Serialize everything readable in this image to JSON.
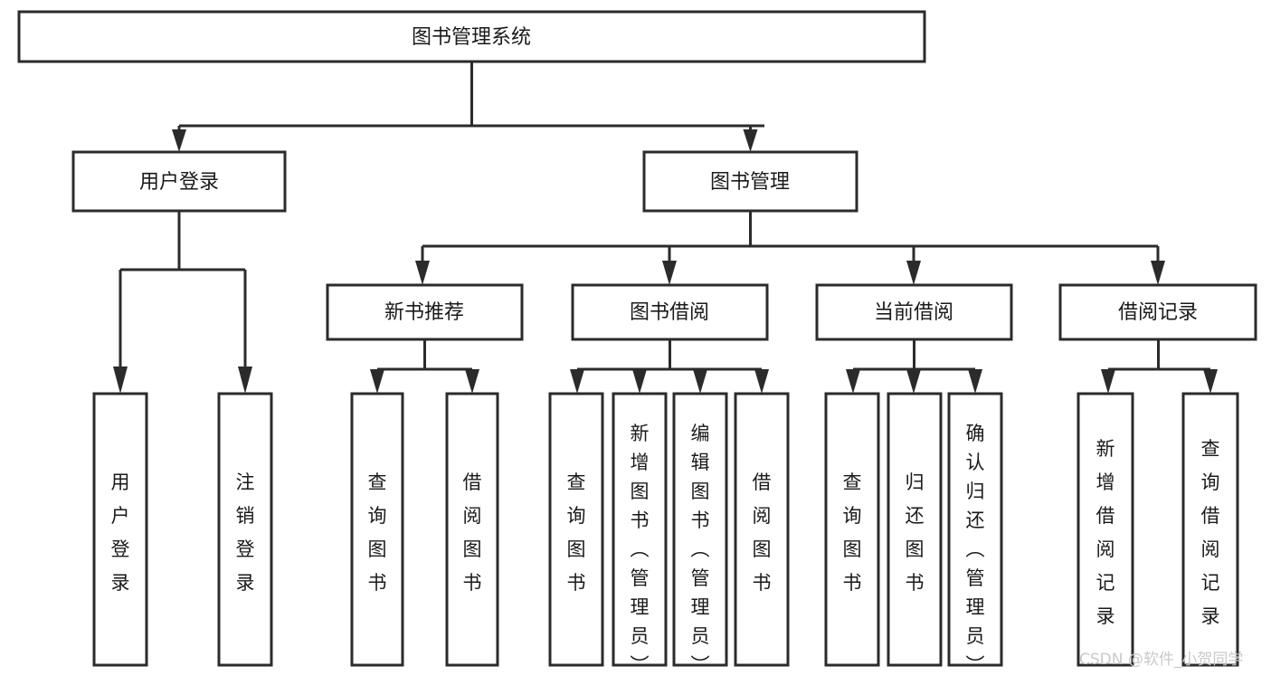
{
  "diagram": {
    "title": "图书管理系统",
    "type": "hierarchy-tree",
    "colors": {
      "box_stroke": "#2b2b2b",
      "box_fill": "#ffffff",
      "text": "#1a1a1a",
      "background": "#ffffff",
      "watermark": "#c9c9c9"
    },
    "levels": {
      "root": {
        "label": "图书管理系统"
      },
      "level2": [
        {
          "label": "用户登录"
        },
        {
          "label": "图书管理"
        }
      ],
      "level3": [
        {
          "label": "新书推荐"
        },
        {
          "label": "图书借阅"
        },
        {
          "label": "当前借阅"
        },
        {
          "label": "借阅记录"
        }
      ],
      "leaves": {
        "user_login": [
          {
            "label": "用户登录",
            "chars": [
              "用",
              "户",
              "登",
              "录"
            ]
          },
          {
            "label": "注销登录",
            "chars": [
              "注",
              "销",
              "登",
              "录"
            ]
          }
        ],
        "new_book_recommend": [
          {
            "label": "查询图书",
            "chars": [
              "查",
              "询",
              "图",
              "书"
            ]
          },
          {
            "label": "借阅图书",
            "chars": [
              "借",
              "阅",
              "图",
              "书"
            ]
          }
        ],
        "book_borrow": [
          {
            "label": "查询图书",
            "chars": [
              "查",
              "询",
              "图",
              "书"
            ]
          },
          {
            "label": "新增图书（管理员）",
            "chars": [
              "新",
              "增",
              "图",
              "书",
              "（",
              "管",
              "理",
              "员",
              "）"
            ]
          },
          {
            "label": "编辑图书（管理员）",
            "chars": [
              "编",
              "辑",
              "图",
              "书",
              "（",
              "管",
              "理",
              "员",
              "）"
            ]
          },
          {
            "label": "借阅图书",
            "chars": [
              "借",
              "阅",
              "图",
              "书"
            ]
          }
        ],
        "current_borrow": [
          {
            "label": "查询图书",
            "chars": [
              "查",
              "询",
              "图",
              "书"
            ]
          },
          {
            "label": "归还图书",
            "chars": [
              "归",
              "还",
              "图",
              "书"
            ]
          },
          {
            "label": "确认归还（管理员）",
            "chars": [
              "确",
              "认",
              "归",
              "还",
              "（",
              "管",
              "理",
              "员",
              "）"
            ]
          }
        ],
        "borrow_record": [
          {
            "label": "新增借阅记录",
            "chars": [
              "新",
              "增",
              "借",
              "阅",
              "记",
              "录"
            ]
          },
          {
            "label": "查询借阅记录",
            "chars": [
              "查",
              "询",
              "借",
              "阅",
              "记",
              "录"
            ]
          }
        ]
      }
    },
    "watermark": "CSDN @软件_小贺同学"
  }
}
